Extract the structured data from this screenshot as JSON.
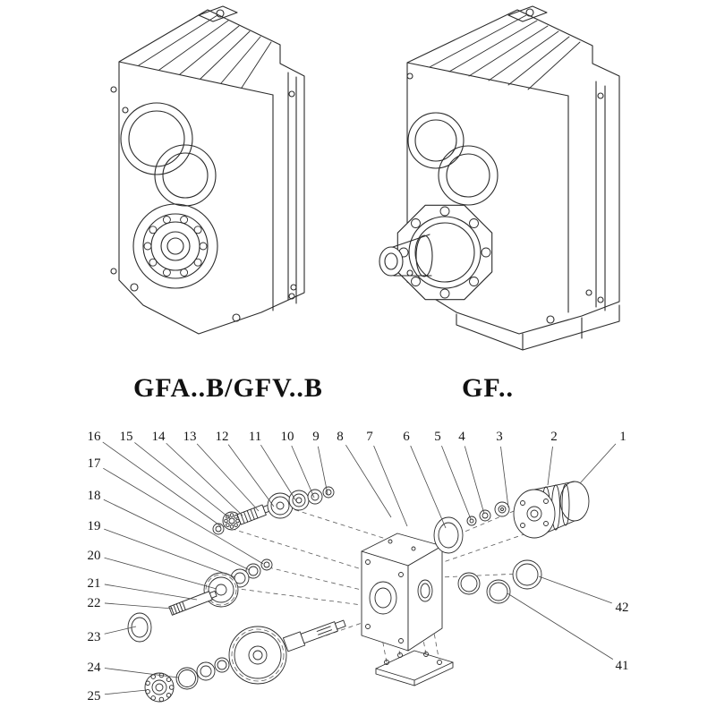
{
  "products": [
    {
      "model": "GFA..B/GFV..B"
    },
    {
      "model": "GF.."
    }
  ],
  "exploded": {
    "top": [
      "16",
      "15",
      "14",
      "13",
      "12",
      "11",
      "10",
      "9",
      "8",
      "7",
      "6",
      "5",
      "4",
      "3",
      "2",
      "1"
    ],
    "left": [
      "17",
      "18",
      "19",
      "20",
      "21",
      "22",
      "23",
      "24",
      "25"
    ],
    "right": [
      "42",
      "41"
    ]
  },
  "colors": {
    "line": "#2b2b2b",
    "paper": "#ffffff"
  }
}
